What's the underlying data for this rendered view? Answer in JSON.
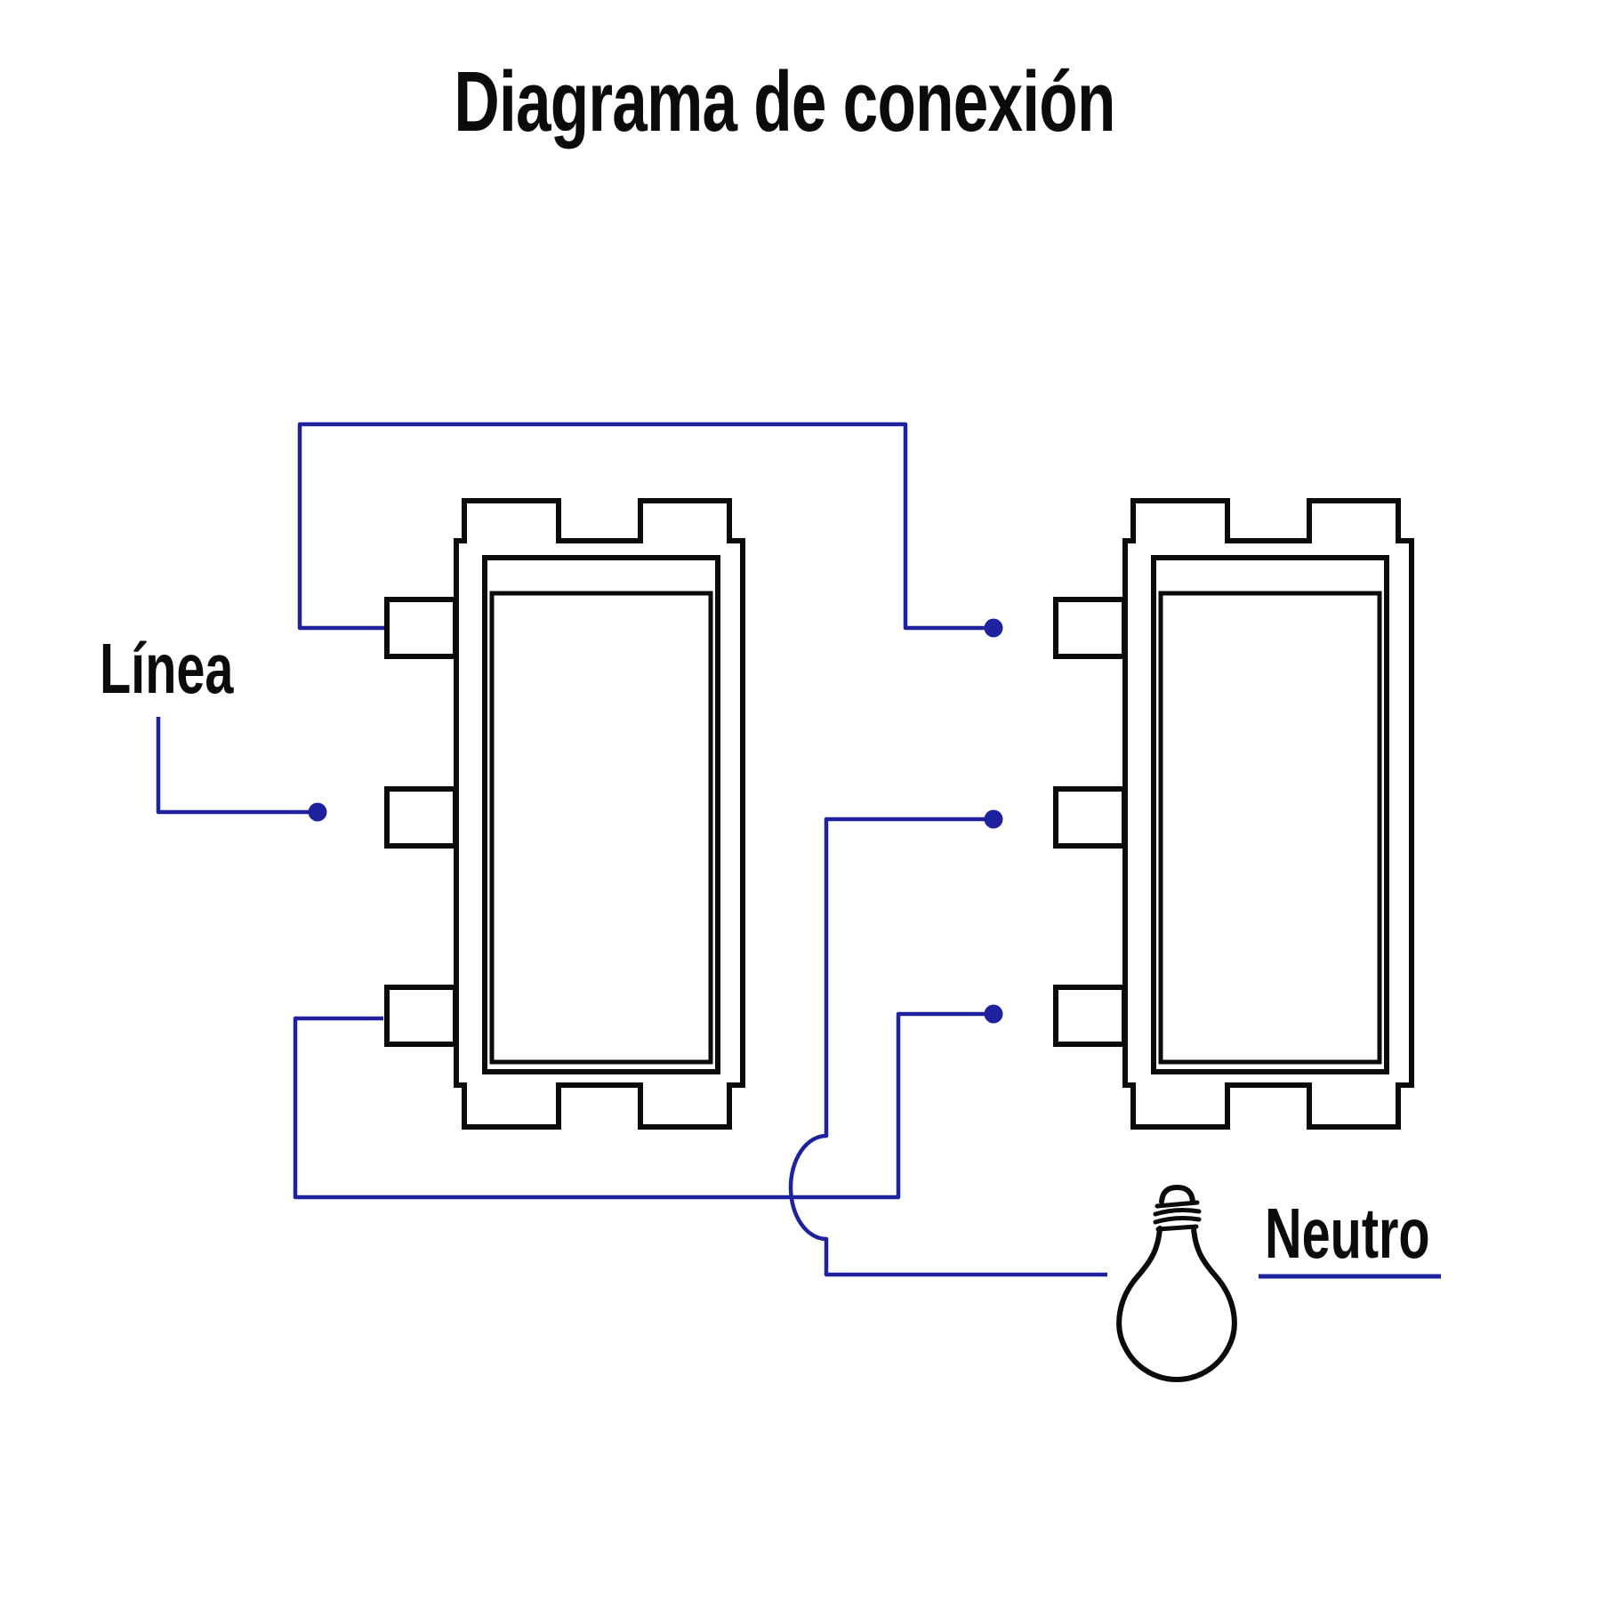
{
  "title": "Diagrama de conexión",
  "labels": {
    "linea": "Línea",
    "neutro": "Neutro"
  },
  "colors": {
    "wire-color": "#1e229e",
    "ink-color": "#0b0b0b",
    "bg-color": "#ffffff"
  },
  "icons": {
    "bulb": "incandescent-light-bulb-outline"
  },
  "diagram": {
    "type": "electrical-wiring-connection-diagram",
    "switch_modules": 2,
    "terminals_per_module": 3,
    "junction_dots": 4,
    "wire_hop_crossings": 1
  }
}
